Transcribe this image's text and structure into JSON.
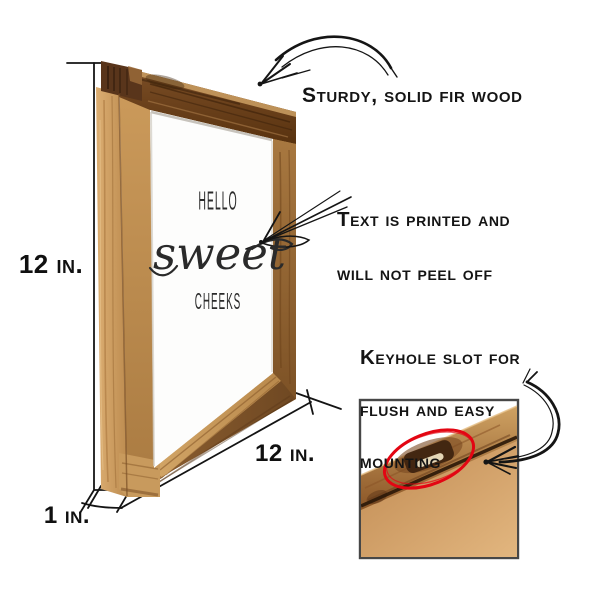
{
  "figure": {
    "sign": {
      "line1": "HELLO",
      "line2": "sweet",
      "line3": "CHEEKS"
    },
    "callouts": {
      "wood": "Sturdy, solid fir wood",
      "print_l1": "Text is printed and",
      "print_l2": "will not peel off",
      "keyhole_l1": "Keyhole slot for",
      "keyhole_l2": "flush and easy",
      "keyhole_l3": "mounting"
    },
    "dimensions": {
      "height": "12 in.",
      "width": "12 in.",
      "depth": "1 in."
    },
    "colors": {
      "ink": "#141414",
      "wood_light": "#cd9c5c",
      "wood_dark": "#5d3517",
      "back_panel": "#d9a86f",
      "highlight_red": "#e30613",
      "inset_border": "#474747"
    }
  }
}
